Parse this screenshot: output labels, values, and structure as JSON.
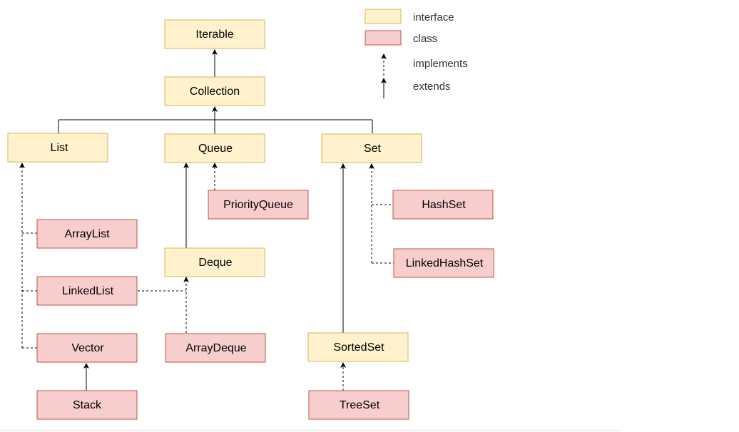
{
  "legend": {
    "interface_label": "interface",
    "class_label": "class",
    "implements_label": "implements",
    "extends_label": "extends"
  },
  "nodes": {
    "iterable": "Iterable",
    "collection": "Collection",
    "list": "List",
    "queue": "Queue",
    "set": "Set",
    "priorityqueue": "PriorityQueue",
    "hashset": "HashSet",
    "arraylist": "ArrayList",
    "deque": "Deque",
    "linkedhashset": "LinkedHashSet",
    "linkedlist": "LinkedList",
    "vector": "Vector",
    "arraydeque": "ArrayDeque",
    "sortedset": "SortedSet",
    "stack": "Stack",
    "treeset": "TreeSet"
  },
  "colors": {
    "interface_fill": "#fff2cc",
    "interface_stroke": "#d6b656",
    "class_fill": "#f8cecc",
    "class_stroke": "#b85450"
  }
}
